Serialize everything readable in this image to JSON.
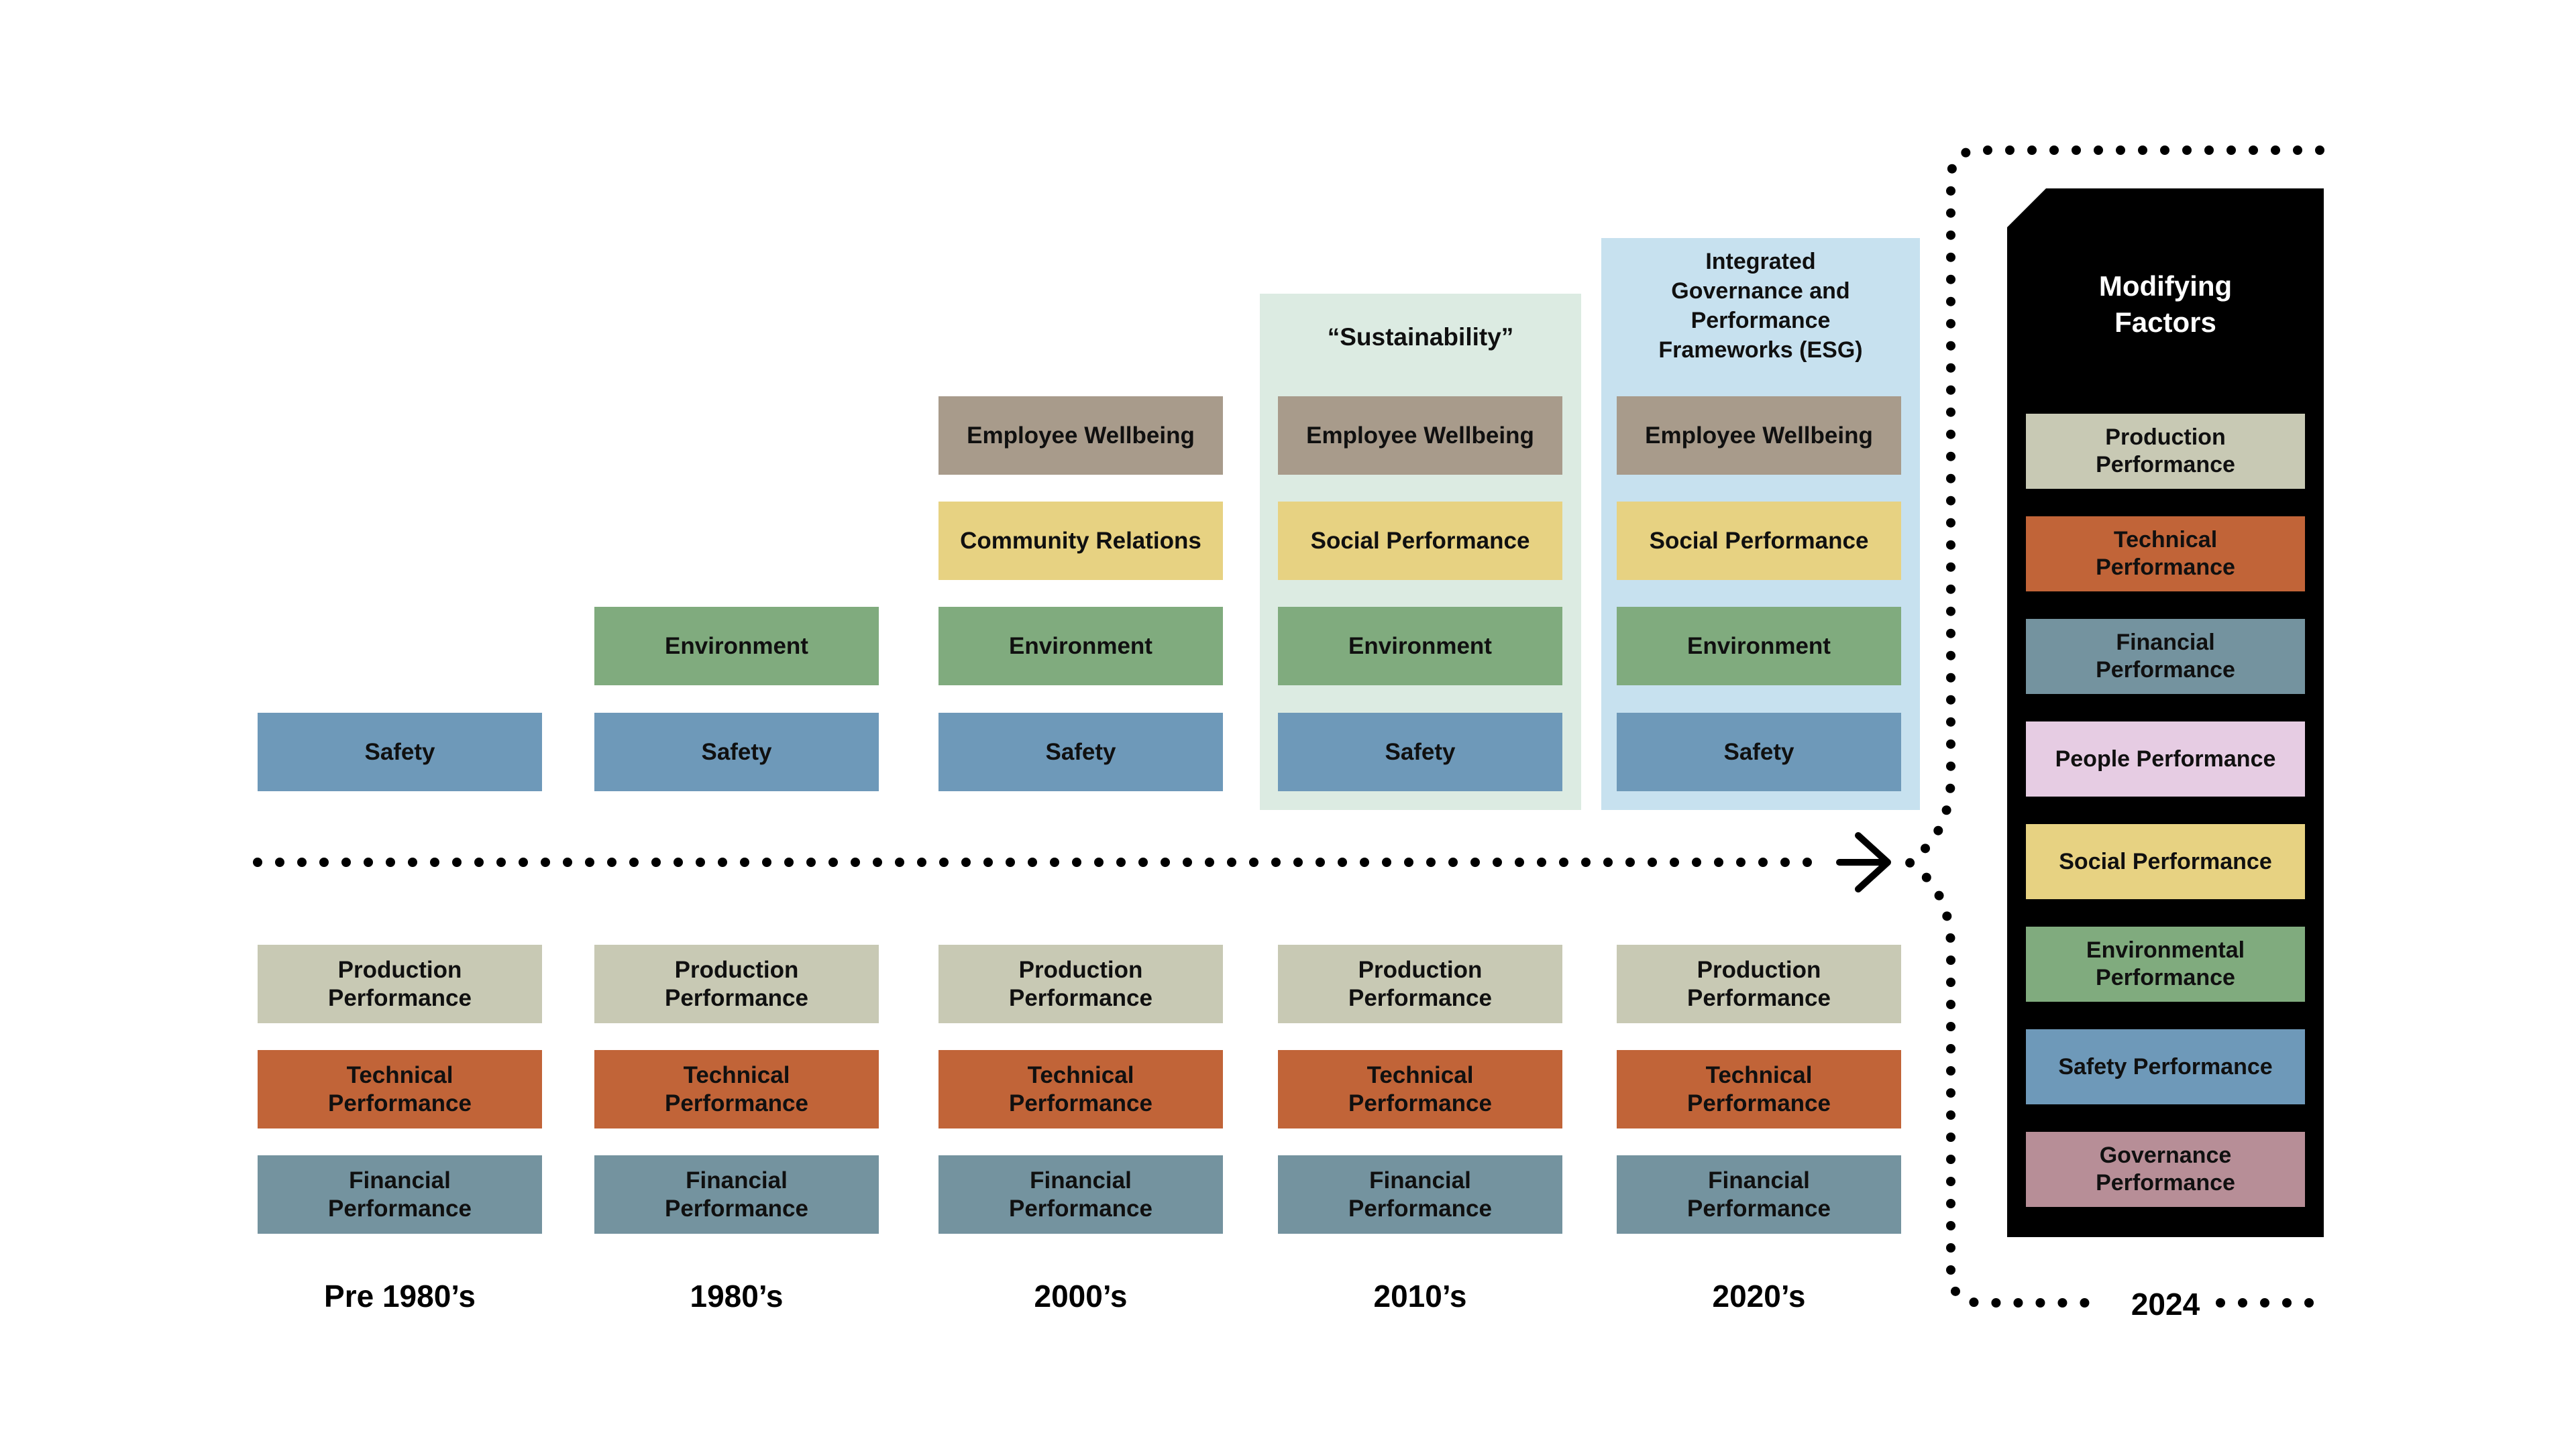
{
  "palette": {
    "safety": "#6e99b9",
    "environment": "#80ab7e",
    "employee_wellbeing": "#a89b8b",
    "social": "#e7d282",
    "production": "#c8c9b4",
    "technical": "#c16438",
    "financial": "#74939f",
    "people": "#e6cce3",
    "governance": "#b78e97",
    "sustainability_background": "#dcebe2",
    "esg_background": "#c7e1ef",
    "panel_background": "#000000"
  },
  "columns": [
    {
      "label": "Pre 1980’s",
      "top_boxes": [
        {
          "label": "Safety",
          "color_key": "safety"
        }
      ],
      "bottom_boxes": [
        {
          "label": "Production\nPerformance",
          "color_key": "production"
        },
        {
          "label": "Technical\nPerformance",
          "color_key": "technical"
        },
        {
          "label": "Financial\nPerformance",
          "color_key": "financial"
        }
      ]
    },
    {
      "label": "1980’s",
      "top_boxes": [
        {
          "label": "Environment",
          "color_key": "environment"
        },
        {
          "label": "Safety",
          "color_key": "safety"
        }
      ],
      "bottom_boxes": [
        {
          "label": "Production\nPerformance",
          "color_key": "production"
        },
        {
          "label": "Technical\nPerformance",
          "color_key": "technical"
        },
        {
          "label": "Financial\nPerformance",
          "color_key": "financial"
        }
      ]
    },
    {
      "label": "2000’s",
      "top_boxes": [
        {
          "label": "Employee Wellbeing",
          "color_key": "employee_wellbeing"
        },
        {
          "label": "Community Relations",
          "color_key": "social"
        },
        {
          "label": "Environment",
          "color_key": "environment"
        },
        {
          "label": "Safety",
          "color_key": "safety"
        }
      ],
      "bottom_boxes": [
        {
          "label": "Production\nPerformance",
          "color_key": "production"
        },
        {
          "label": "Technical\nPerformance",
          "color_key": "technical"
        },
        {
          "label": "Financial\nPerformance",
          "color_key": "financial"
        }
      ]
    },
    {
      "label": "2010’s",
      "title": "“Sustainability”",
      "top_boxes": [
        {
          "label": "Employee Wellbeing",
          "color_key": "employee_wellbeing"
        },
        {
          "label": "Social Performance",
          "color_key": "social"
        },
        {
          "label": "Environment",
          "color_key": "environment"
        },
        {
          "label": "Safety",
          "color_key": "safety"
        }
      ],
      "bottom_boxes": [
        {
          "label": "Production\nPerformance",
          "color_key": "production"
        },
        {
          "label": "Technical\nPerformance",
          "color_key": "technical"
        },
        {
          "label": "Financial\nPerformance",
          "color_key": "financial"
        }
      ]
    },
    {
      "label": "2020’s",
      "title": "Integrated\nGovernance and\nPerformance\nFrameworks (ESG)",
      "top_boxes": [
        {
          "label": "Employee Wellbeing",
          "color_key": "employee_wellbeing"
        },
        {
          "label": "Social Performance",
          "color_key": "social"
        },
        {
          "label": "Environment",
          "color_key": "environment"
        },
        {
          "label": "Safety",
          "color_key": "safety"
        }
      ],
      "bottom_boxes": [
        {
          "label": "Production\nPerformance",
          "color_key": "production"
        },
        {
          "label": "Technical\nPerformance",
          "color_key": "technical"
        },
        {
          "label": "Financial\nPerformance",
          "color_key": "financial"
        }
      ]
    }
  ],
  "modifying_panel": {
    "title": "Modifying\nFactors",
    "year_label": "2024",
    "factors": [
      {
        "label": "Production\nPerformance",
        "color_key": "production"
      },
      {
        "label": "Technical\nPerformance",
        "color_key": "technical"
      },
      {
        "label": "Financial\nPerformance",
        "color_key": "financial"
      },
      {
        "label": "People Performance",
        "color_key": "people"
      },
      {
        "label": "Social Performance",
        "color_key": "social"
      },
      {
        "label": "Environmental\nPerformance",
        "color_key": "environment"
      },
      {
        "label": "Safety Performance",
        "color_key": "safety"
      },
      {
        "label": "Governance\nPerformance",
        "color_key": "governance"
      }
    ]
  }
}
